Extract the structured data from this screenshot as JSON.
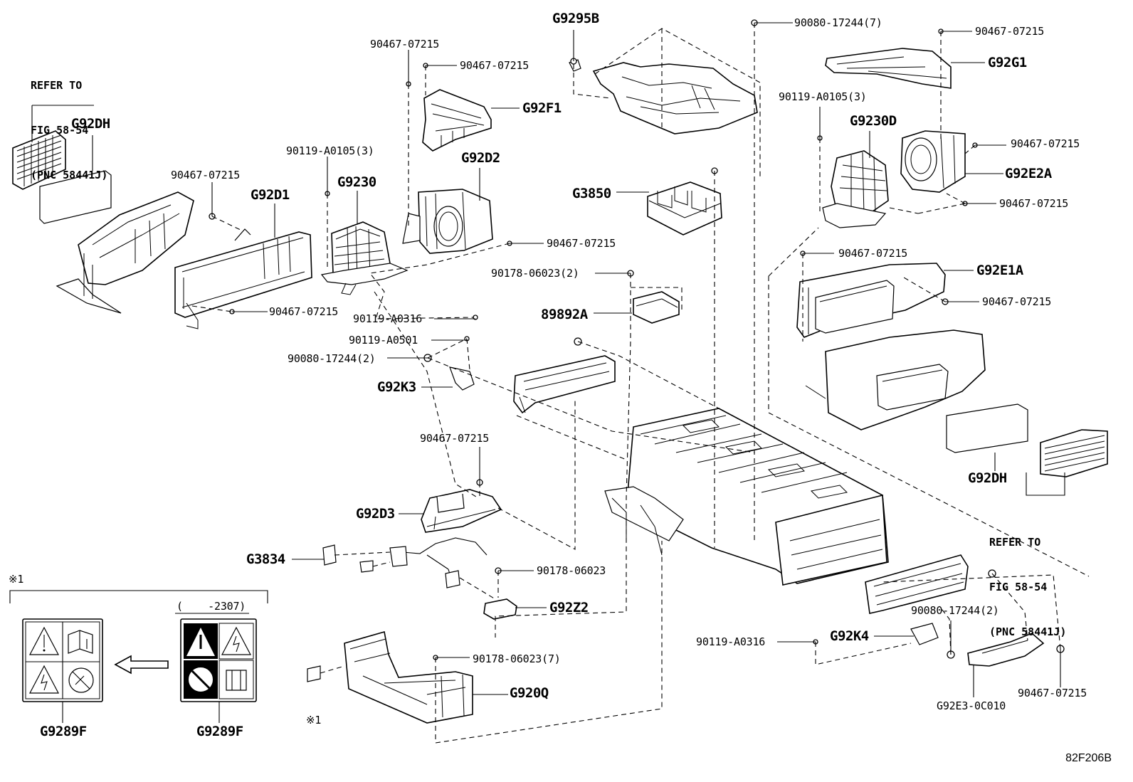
{
  "diagram": {
    "refer_notes": [
      {
        "lines": [
          "REFER TO",
          "FIG 58-54",
          "(PNC 58441J)"
        ]
      },
      {
        "lines": [
          "REFER TO",
          "FIG 58-54",
          "(PNC 58441J)"
        ]
      }
    ],
    "part_labels": {
      "g9295b": "G9295B",
      "p90080_17244_7": "90080-17244(7)",
      "p90467_top_right": "90467-07215",
      "g92g1": "G92G1",
      "p90467_a": "90467-07215",
      "p90467_b": "90467-07215",
      "g92f1": "G92F1",
      "g92dh_left": "G92DH",
      "g92d2": "G92D2",
      "p90119_a0105_3_left": "90119-A0105(3)",
      "g9230": "G9230",
      "p90467_c": "90467-07215",
      "g92d1": "G92D1",
      "p90119_a0105_3_right": "90119-A0105(3)",
      "g9230d": "G9230D",
      "p90467_d": "90467-07215",
      "g92e2a": "G92E2A",
      "p90467_e": "90467-07215",
      "g3850": "G3850",
      "p90467_f": "90467-07215",
      "p90178_06023_2": "90178-06023(2)",
      "p90467_g": "90467-07215",
      "g92e1a": "G92E1A",
      "p90467_h": "90467-07215",
      "p90467_i": "90467-07215",
      "g89892a": "89892A",
      "p90119_a0316_a": "90119-A0316",
      "p90119_a0501": "90119-A0501",
      "p90080_17244_2_left": "90080-17244(2)",
      "g92k3": "G92K3",
      "p90467_j": "90467-07215",
      "g92d3": "G92D3",
      "g92dh_right": "G92DH",
      "g3834": "G3834",
      "p90178_06023": "90178-06023",
      "g92z2": "G92Z2",
      "p90080_17244_2_right": "90080-17244(2)",
      "p90119_a0316_b": "90119-A0316",
      "g92k4": "G92K4",
      "p90178_06023_7": "90178-06023(7)",
      "g920q": "G920Q",
      "p90467_k": "90467-07215",
      "g92e3": "G92E3-0C010",
      "g9289f_left": "G9289F",
      "g9289f_right": "G9289F"
    },
    "note_mark_top": "※1",
    "note_mark_bottom": "※1",
    "date_range": "(    -2307)",
    "illustration_code": "82F206B"
  }
}
